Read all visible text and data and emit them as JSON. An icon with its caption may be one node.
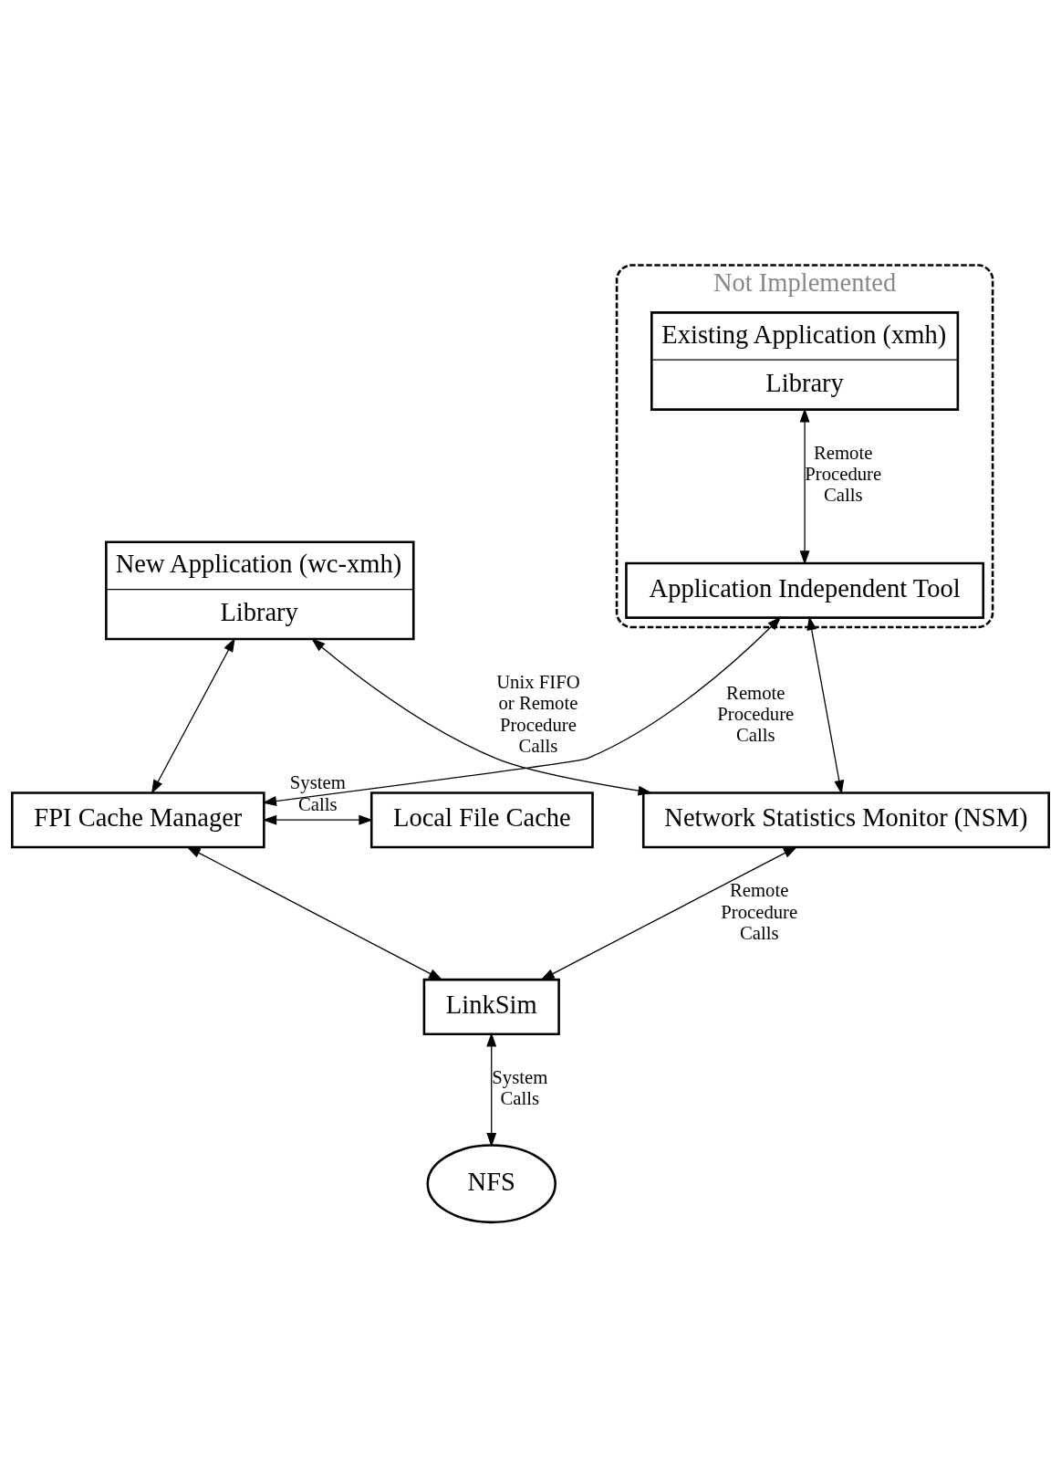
{
  "diagram": {
    "nodes": [
      {
        "text": [
          "Not Implemented"
        ]
      },
      {
        "text": [
          "New Application (wc-xmh)",
          "Library"
        ]
      },
      {
        "text": [
          "Existing Application (xmh)",
          "Library"
        ],
        "in": 0
      },
      {
        "text": [
          "Application Independent Tool"
        ],
        "in": 0
      },
      {
        "text": [
          "Network Statistics Monitor (NSM)"
        ]
      },
      {
        "text": [
          "FPI Cache Manager"
        ]
      },
      {
        "text": [
          "Local File Cache"
        ]
      },
      {
        "text": [
          "LinkSim"
        ]
      },
      {
        "text": [
          "NFS"
        ]
      }
    ],
    "edges": [
      {
        "from": 1,
        "to": 4,
        "arrow": "both",
        "label": "Unix FIFO or Remote Procedure Calls"
      },
      {
        "from": 1,
        "to": 5,
        "arrow": "both"
      },
      {
        "from": 2,
        "to": 3,
        "arrow": "both",
        "label": "Remote Procedure Calls"
      },
      {
        "from": 3,
        "to": 4,
        "arrow": "both"
      },
      {
        "from": 3,
        "to": 5,
        "arrow": "both",
        "label": "Remote Procedure Calls"
      },
      {
        "from": 5,
        "to": 6,
        "arrow": "both",
        "label": "System Calls"
      },
      {
        "from": 4,
        "to": 7,
        "arrow": "both",
        "label": "Remote Procedure Calls"
      },
      {
        "from": 5,
        "to": 7,
        "arrow": "both"
      },
      {
        "from": 7,
        "to": 8,
        "arrow": "both",
        "label": "System Calls"
      }
    ]
  }
}
